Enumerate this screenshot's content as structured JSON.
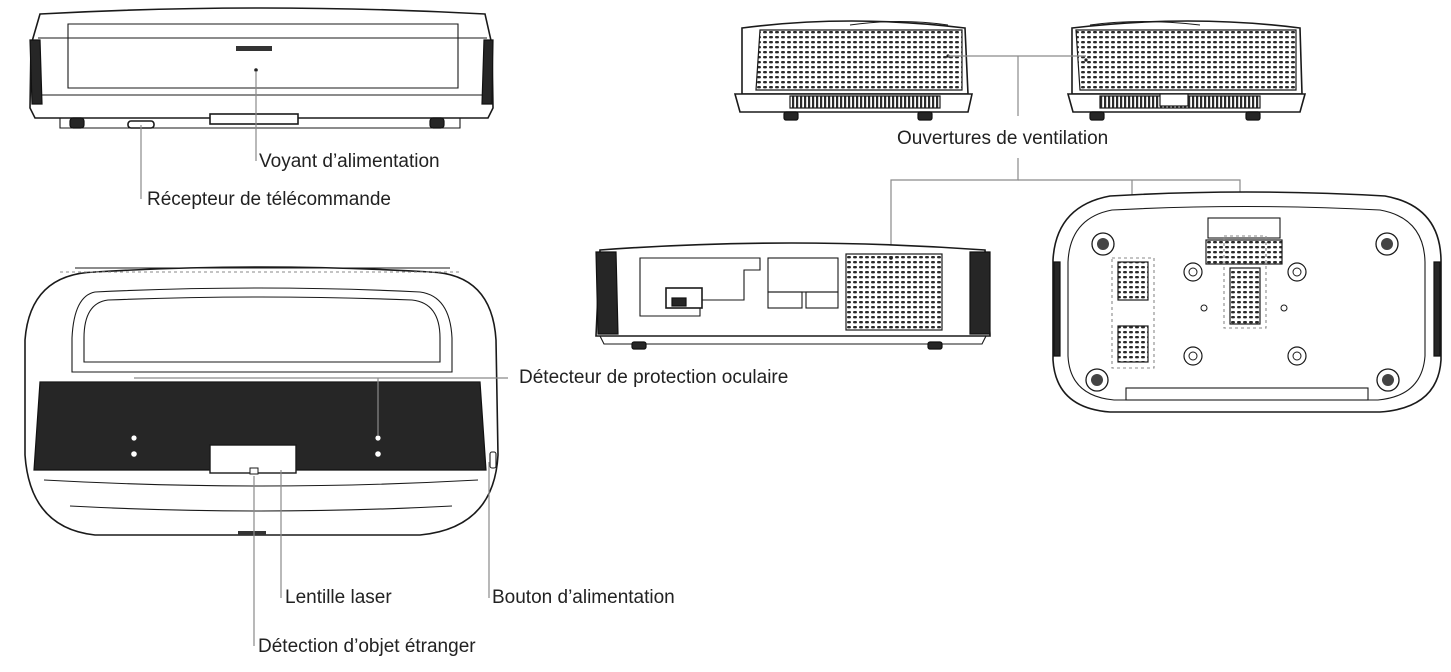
{
  "labels": {
    "power_indicator": "Voyant d’alimentation",
    "remote_receiver": "Récepteur de télécommande",
    "ventilation": "Ouvertures de ventilation",
    "eye_protection": "Détecteur de protection oculaire",
    "laser_lens": "Lentille laser",
    "power_button": "Bouton d’alimentation",
    "foreign_object": "Détection d’objet étranger"
  },
  "colors": {
    "outline": "#1a1a1a",
    "leader_line": "#8a8a8a",
    "text": "#222222",
    "dark_panel": "#262626"
  }
}
